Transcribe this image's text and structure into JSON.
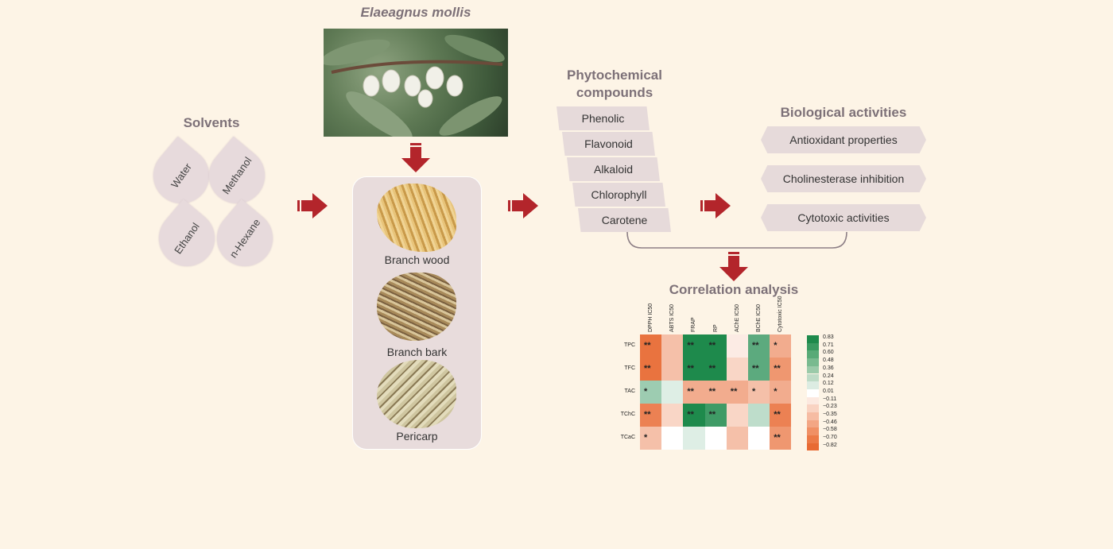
{
  "titles": {
    "plant": "Elaeagnus mollis",
    "solvents": "Solvents",
    "phyto": "Phytochemical compounds",
    "phyto_line1": "Phytochemical",
    "phyto_line2": "compounds",
    "bio": "Biological activities",
    "corr": "Correlation analysis"
  },
  "solvents": [
    "Water",
    "Methanol",
    "Ethanol",
    "n-Hexane"
  ],
  "samples": [
    "Branch wood",
    "Branch bark",
    "Pericarp"
  ],
  "phytochemicals": [
    "Phenolic",
    "Flavonoid",
    "Alkaloid",
    "Chlorophyll",
    "Carotene"
  ],
  "biological_activities": [
    "Antioxidant properties",
    "Cholinesterase inhibition",
    "Cytotoxic activities"
  ],
  "heatmap": {
    "columns": [
      "DPPH IC50",
      "ABTS IC50",
      "FRAP",
      "RP",
      "AChE IC50",
      "BChE IC50",
      "Cytotoxic IC50"
    ],
    "rows": [
      "TPC",
      "TFC",
      "TAC",
      "TChC",
      "TCaC"
    ],
    "values": [
      [
        -0.78,
        -0.35,
        0.83,
        0.83,
        -0.11,
        0.6,
        -0.46
      ],
      [
        -0.78,
        -0.35,
        0.83,
        0.83,
        -0.23,
        0.6,
        -0.58
      ],
      [
        0.36,
        0.12,
        -0.46,
        -0.46,
        -0.46,
        -0.35,
        -0.46
      ],
      [
        -0.7,
        -0.23,
        0.83,
        0.71,
        -0.23,
        0.24,
        -0.7
      ],
      [
        -0.35,
        0.01,
        0.12,
        0.01,
        -0.35,
        0.01,
        -0.58
      ]
    ],
    "stars": [
      [
        "**",
        "",
        "**",
        "**",
        "",
        "**",
        "*"
      ],
      [
        "**",
        "",
        "**",
        "**",
        "",
        "**",
        "**"
      ],
      [
        "*",
        "",
        "**",
        "**",
        "**",
        "*",
        "*"
      ],
      [
        "**",
        "",
        "**",
        "**",
        "",
        "",
        "**"
      ],
      [
        "*",
        "",
        "",
        "",
        "",
        "",
        "**"
      ]
    ],
    "legend": [
      "0.83",
      "0.71",
      "0.60",
      "0.48",
      "0.36",
      "0.24",
      "0.12",
      "0.01",
      "−0.11",
      "−0.23",
      "−0.35",
      "−0.46",
      "−0.58",
      "−0.70",
      "−0.82"
    ],
    "legend_colors": [
      "#1e8a4c",
      "#3a9a61",
      "#58aa77",
      "#79ba8f",
      "#9bcaa9",
      "#bedbc6",
      "#dcece2",
      "#ffffff",
      "#fce9e0",
      "#f9d3c2",
      "#f6bca3",
      "#f3a684",
      "#f09065",
      "#ec7a47",
      "#e86a33"
    ]
  },
  "colors": {
    "arrow": "#b3252b",
    "title": "#7d7178",
    "box": "#e6dada"
  }
}
